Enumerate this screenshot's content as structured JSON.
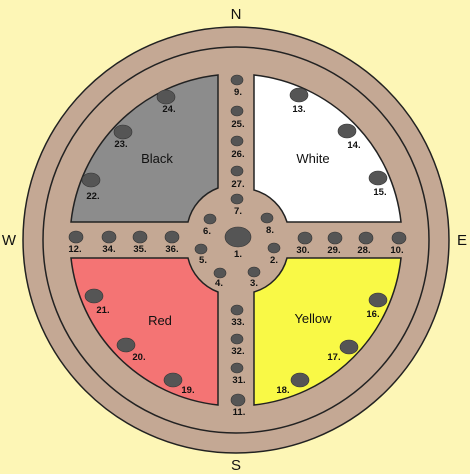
{
  "directions": {
    "north": "N",
    "south": "S",
    "east": "E",
    "west": "W"
  },
  "quadrants": {
    "black": {
      "label": "Black",
      "color": "#8c8c8c"
    },
    "white": {
      "label": "White",
      "color": "#ffffff"
    },
    "red": {
      "label": "Red",
      "color": "#f47474"
    },
    "yellow": {
      "label": "Yellow",
      "color": "#f9f946"
    }
  },
  "colors": {
    "ring": "#c4a894",
    "background": "#fdf6b6",
    "stone": "#555555"
  },
  "stones": [
    {
      "id": "1",
      "label": "1."
    },
    {
      "id": "2",
      "label": "2."
    },
    {
      "id": "3",
      "label": "3."
    },
    {
      "id": "4",
      "label": "4."
    },
    {
      "id": "5",
      "label": "5."
    },
    {
      "id": "6",
      "label": "6."
    },
    {
      "id": "7",
      "label": "7."
    },
    {
      "id": "8",
      "label": "8."
    },
    {
      "id": "9",
      "label": "9."
    },
    {
      "id": "10",
      "label": "10."
    },
    {
      "id": "11",
      "label": "11."
    },
    {
      "id": "12",
      "label": "12."
    },
    {
      "id": "13",
      "label": "13."
    },
    {
      "id": "14",
      "label": "14."
    },
    {
      "id": "15",
      "label": "15."
    },
    {
      "id": "16",
      "label": "16."
    },
    {
      "id": "17",
      "label": "17."
    },
    {
      "id": "18",
      "label": "18."
    },
    {
      "id": "19",
      "label": "19."
    },
    {
      "id": "20",
      "label": "20."
    },
    {
      "id": "21",
      "label": "21."
    },
    {
      "id": "22",
      "label": "22."
    },
    {
      "id": "23",
      "label": "23."
    },
    {
      "id": "24",
      "label": "24."
    },
    {
      "id": "25",
      "label": "25."
    },
    {
      "id": "26",
      "label": "26."
    },
    {
      "id": "27",
      "label": "27."
    },
    {
      "id": "28",
      "label": "28."
    },
    {
      "id": "29",
      "label": "29."
    },
    {
      "id": "30",
      "label": "30."
    },
    {
      "id": "31",
      "label": "31."
    },
    {
      "id": "32",
      "label": "32."
    },
    {
      "id": "33",
      "label": "33."
    },
    {
      "id": "34",
      "label": "34."
    },
    {
      "id": "35",
      "label": "35."
    },
    {
      "id": "36",
      "label": "36."
    }
  ]
}
